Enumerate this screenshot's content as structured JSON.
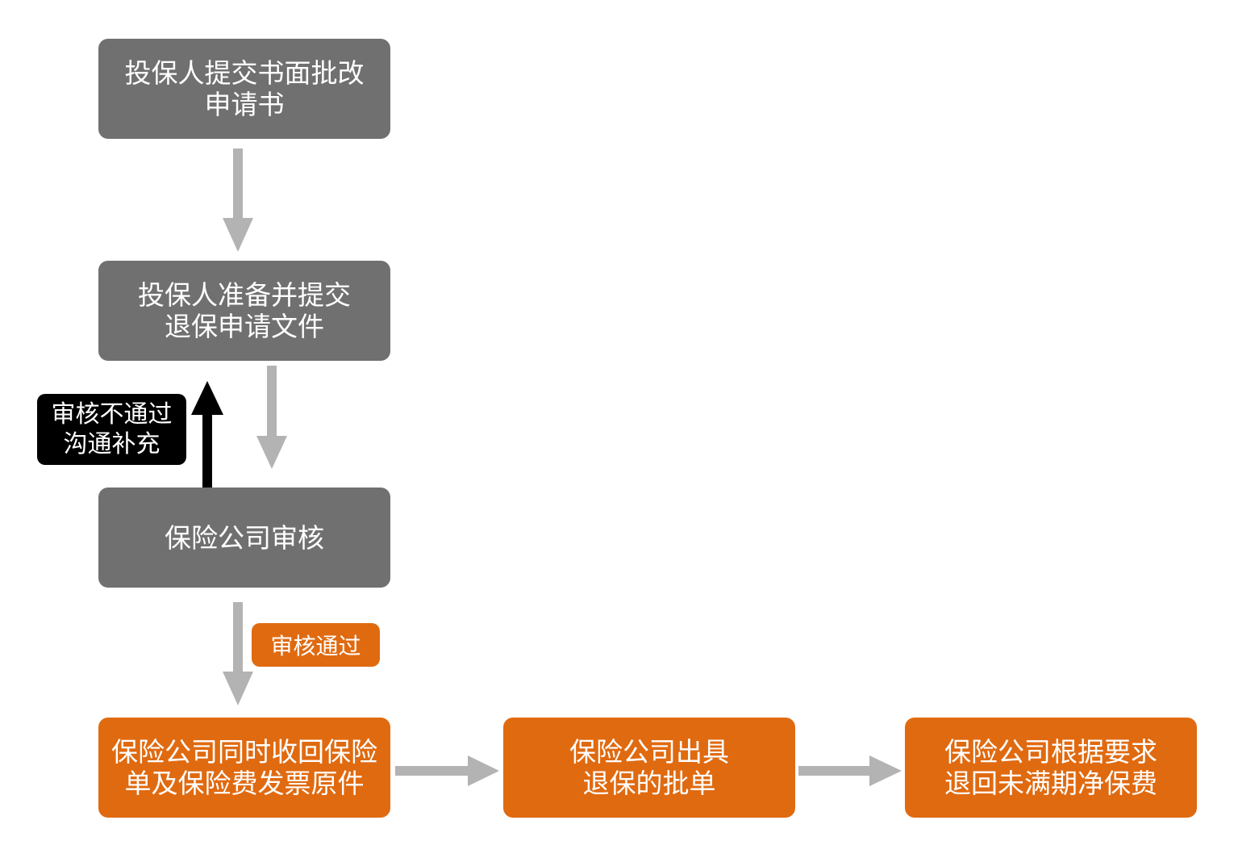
{
  "colors": {
    "gray_box": "#717071",
    "orange_box": "#e06a10",
    "arrow_gray": "#b3b3b3",
    "arrow_black": "#000000",
    "label_black": "#000000"
  },
  "steps": {
    "submit_correction": {
      "line1": "投保人提交书面批改",
      "line2": "申请书"
    },
    "prepare_documents": {
      "line1": "投保人准备并提交",
      "line2": "退保申请文件"
    },
    "insurer_review": {
      "text": "保险公司审核"
    },
    "recover_originals": {
      "line1": "保险公司同时收回保险",
      "line2": "单及保险费发票原件"
    },
    "issue_endorsement": {
      "line1": "保险公司出具",
      "line2": "退保的批单"
    },
    "refund_premium": {
      "line1": "保险公司根据要求",
      "line2": "退回未满期净保费"
    }
  },
  "labels": {
    "review_failed": {
      "line1": "审核不通过",
      "line2": "沟通补充"
    },
    "review_passed": {
      "text": "审核通过"
    }
  }
}
